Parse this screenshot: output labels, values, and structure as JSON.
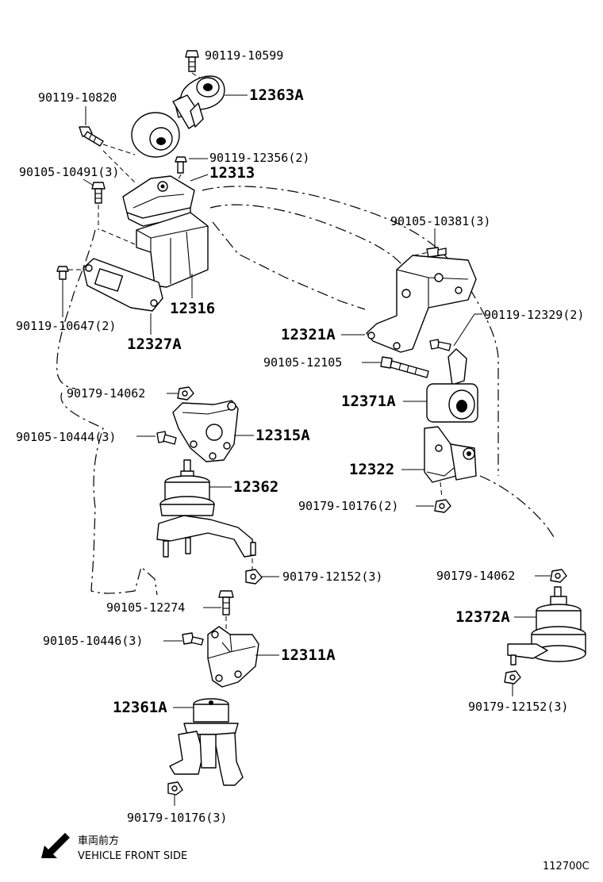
{
  "diagram": {
    "part_labels": [
      {
        "id": "bolt-top",
        "text": "90119-10599"
      },
      {
        "id": "mount-rh-upper",
        "text": "12363A"
      },
      {
        "id": "bolt-10820",
        "text": "90119-10820"
      },
      {
        "id": "bolt-12356",
        "text": "90119-12356(2)"
      },
      {
        "id": "bolt-10491",
        "text": "90105-10491(3)"
      },
      {
        "id": "bracket-12313",
        "text": "12313"
      },
      {
        "id": "bolt-10381",
        "text": "90105-10381(3)"
      },
      {
        "id": "bracket-12316",
        "text": "12316"
      },
      {
        "id": "bolt-10647",
        "text": "90119-10647(2)"
      },
      {
        "id": "bracket-12327a",
        "text": "12327A"
      },
      {
        "id": "bracket-12321a",
        "text": "12321A"
      },
      {
        "id": "bolt-12329",
        "text": "90119-12329(2)"
      },
      {
        "id": "bolt-12105",
        "text": "90105-12105"
      },
      {
        "id": "nut-14062-left",
        "text": "90179-14062"
      },
      {
        "id": "mount-12371a",
        "text": "12371A"
      },
      {
        "id": "bolt-10444",
        "text": "90105-10444(3)"
      },
      {
        "id": "bracket-12315a",
        "text": "12315A"
      },
      {
        "id": "bracket-12322",
        "text": "12322"
      },
      {
        "id": "mount-12362",
        "text": "12362"
      },
      {
        "id": "nut-10176-right",
        "text": "90179-10176(2)"
      },
      {
        "id": "nut-12152-left",
        "text": "90179-12152(3)"
      },
      {
        "id": "nut-14062-right",
        "text": "90179-14062"
      },
      {
        "id": "bolt-12274",
        "text": "90105-12274"
      },
      {
        "id": "mount-12372a",
        "text": "12372A"
      },
      {
        "id": "bolt-10446",
        "text": "90105-10446(3)"
      },
      {
        "id": "bracket-12311a",
        "text": "12311A"
      },
      {
        "id": "mount-12361a",
        "text": "12361A"
      },
      {
        "id": "nut-12152-right",
        "text": "90179-12152(3)"
      },
      {
        "id": "nut-10176-bottom",
        "text": "90179-10176(3)"
      }
    ],
    "direction": {
      "japanese": "車両前方",
      "english": "VEHICLE FRONT SIDE"
    },
    "figure_code": "112700C"
  }
}
